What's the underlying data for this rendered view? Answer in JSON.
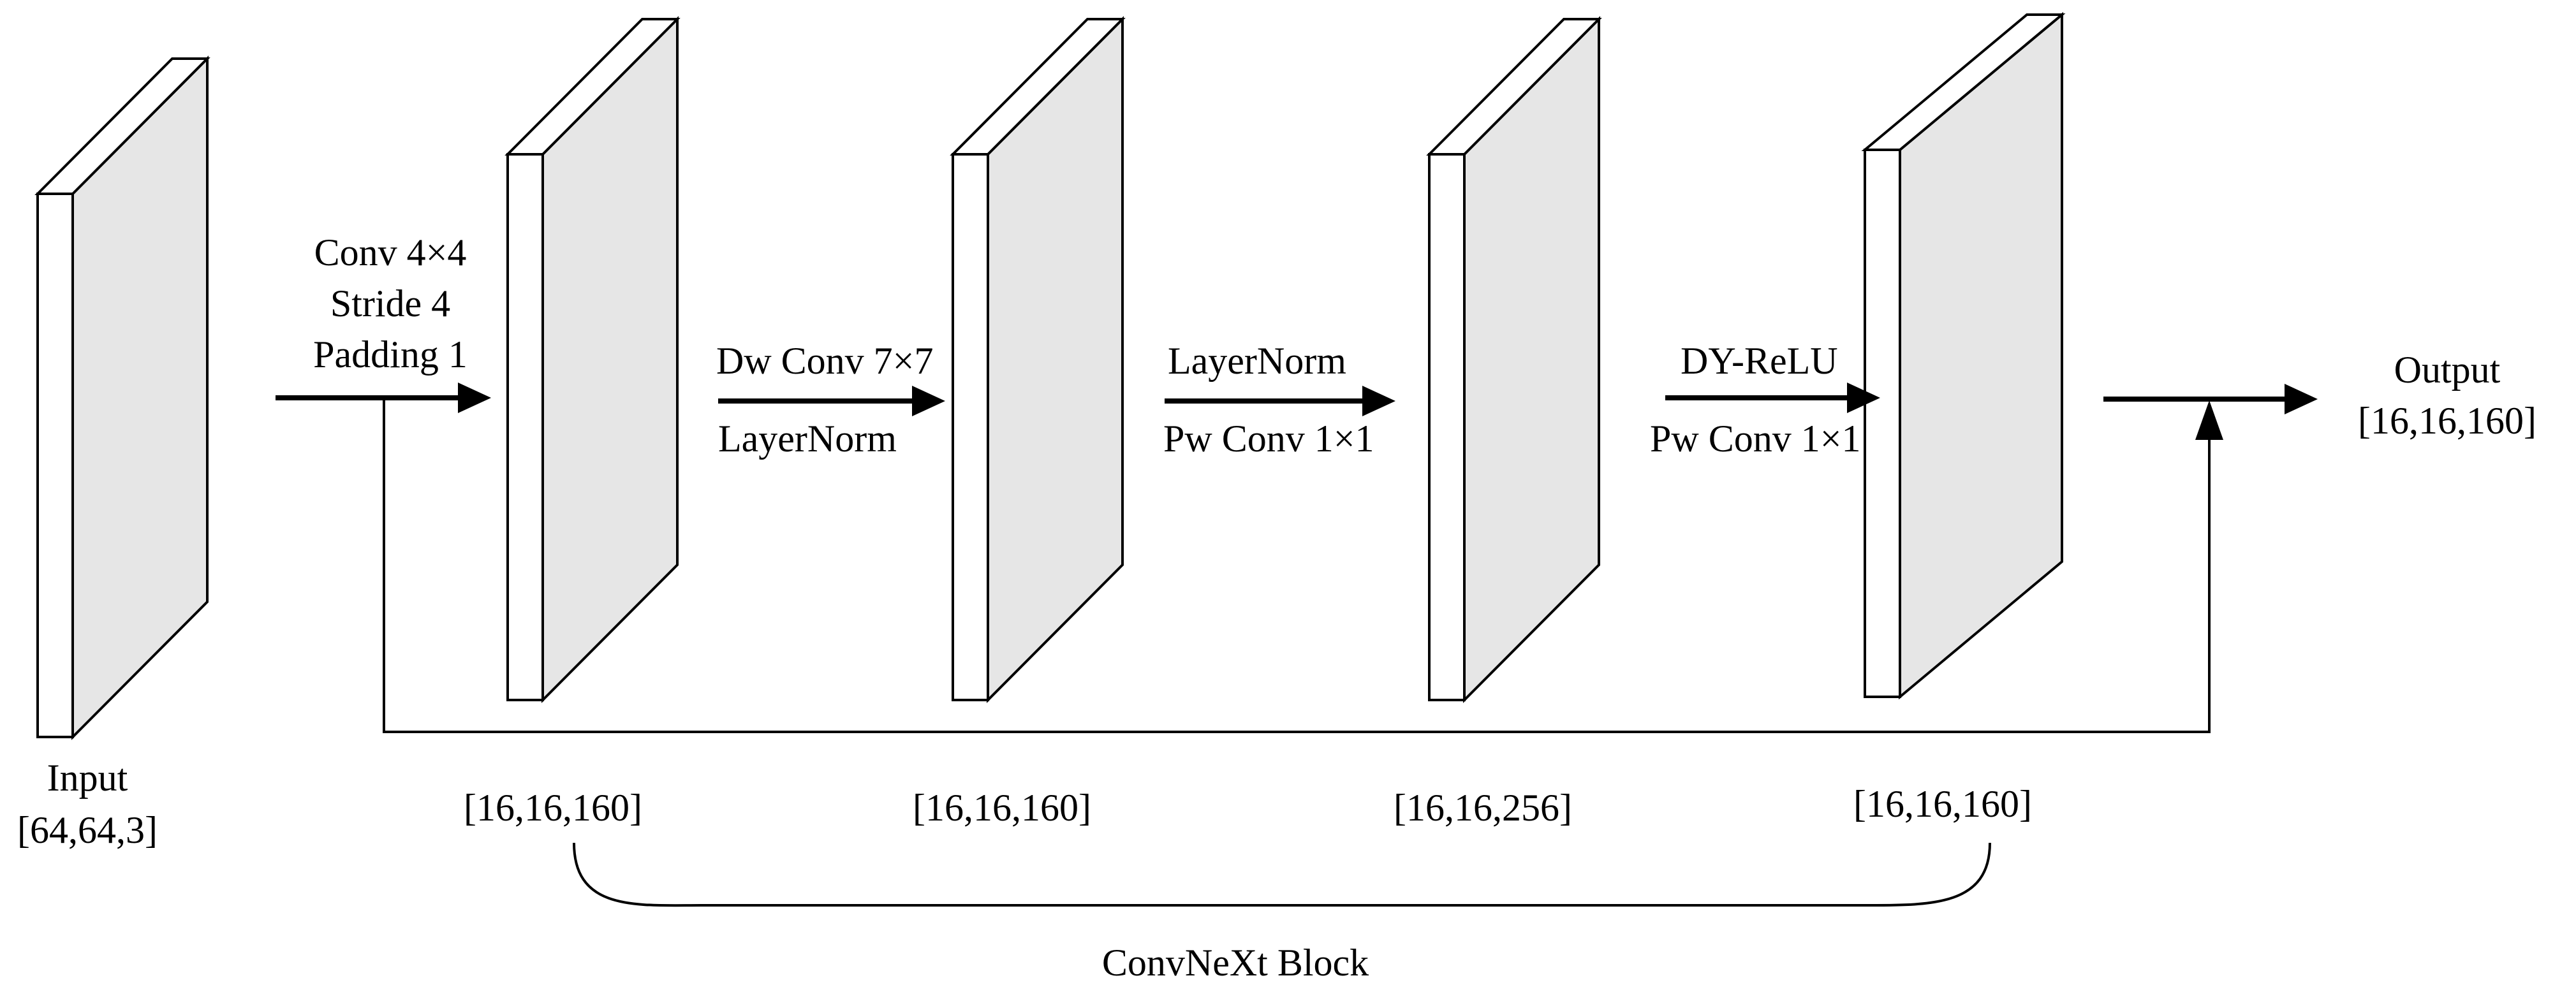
{
  "input": {
    "name": "Input",
    "shape": "[64,64,3]"
  },
  "output": {
    "name": "Output",
    "shape": "[16,16,160]"
  },
  "stem": {
    "line1": "Conv 4×4",
    "line2": "Stride 4",
    "line3": "Padding 1"
  },
  "ops": [
    {
      "top": "Dw Conv 7×7",
      "bottom": "LayerNorm"
    },
    {
      "top": "LayerNorm",
      "bottom": "Pw Conv 1×1"
    },
    {
      "top": "DY-ReLU",
      "bottom": "Pw Conv 1×1"
    }
  ],
  "feature_shapes": [
    "[16,16,160]",
    "[16,16,160]",
    "[16,16,256]",
    "[16,16,160]"
  ],
  "block_label": "ConvNeXt Block",
  "colors": {
    "block_side": "#e6e6e6",
    "stroke": "#000000"
  }
}
